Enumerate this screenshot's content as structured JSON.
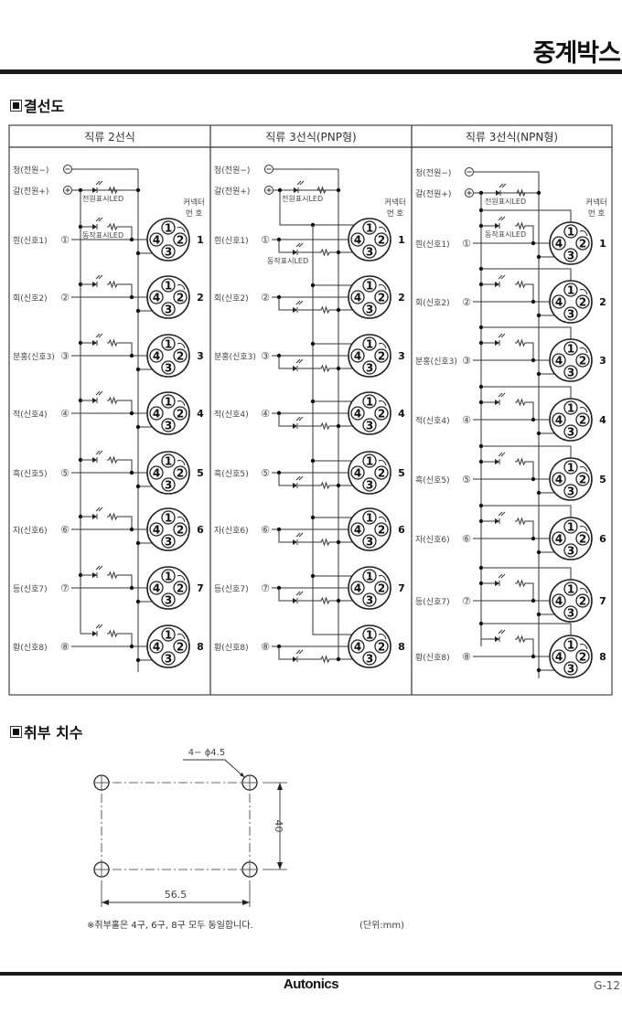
{
  "page": {
    "title": "중계박스",
    "brand": "Autonics",
    "page_number": "G-12"
  },
  "wiring": {
    "section_title": "결선도",
    "connector_label_line1": "커넥터",
    "connector_label_line2": "번  호",
    "power_led_label": "전원표시LED",
    "action_led_label": "동작표시LED",
    "power_wires": [
      {
        "label": "청(전원−)",
        "symbol": "⊖"
      },
      {
        "label": "갈(전원+)",
        "symbol": "⊕"
      }
    ],
    "connector_pins": [
      "1",
      "2",
      "3",
      "4"
    ],
    "columns": [
      {
        "header": "직류 2선식",
        "type": "2wire",
        "signals": [
          {
            "label": "흰(신호1)",
            "symbol": "①",
            "connector": "1"
          },
          {
            "label": "회(신호2)",
            "symbol": "②",
            "connector": "2"
          },
          {
            "label": "분홍(신호3)",
            "symbol": "③",
            "connector": "3"
          },
          {
            "label": "적(신호4)",
            "symbol": "④",
            "connector": "4"
          },
          {
            "label": "흑(신호5)",
            "symbol": "⑤",
            "connector": "5"
          },
          {
            "label": "자(신호6)",
            "symbol": "⑥",
            "connector": "6"
          },
          {
            "label": "등(신호7)",
            "symbol": "⑦",
            "connector": "7"
          },
          {
            "label": "황(신호8)",
            "symbol": "⑧",
            "connector": "8"
          }
        ]
      },
      {
        "header": "직류 3선식(PNP형)",
        "type": "pnp",
        "signals": [
          {
            "label": "흰(신호1)",
            "symbol": "①",
            "connector": "1"
          },
          {
            "label": "회(신호2)",
            "symbol": "②",
            "connector": "2"
          },
          {
            "label": "분홍(신호3)",
            "symbol": "③",
            "connector": "3"
          },
          {
            "label": "적(신호4)",
            "symbol": "④",
            "connector": "4"
          },
          {
            "label": "흑(신호5)",
            "symbol": "⑤",
            "connector": "5"
          },
          {
            "label": "자(신호6)",
            "symbol": "⑥",
            "connector": "6"
          },
          {
            "label": "등(신호7)",
            "symbol": "⑦",
            "connector": "7"
          },
          {
            "label": "황(신호8)",
            "symbol": "⑧",
            "connector": "8"
          }
        ]
      },
      {
        "header": "직류 3선식(NPN형)",
        "type": "npn",
        "signals": [
          {
            "label": "흰(신호1)",
            "symbol": "①",
            "connector": "1"
          },
          {
            "label": "회(신호2)",
            "symbol": "②",
            "connector": "2"
          },
          {
            "label": "분홍(신호3)",
            "symbol": "③",
            "connector": "3"
          },
          {
            "label": "적(신호4)",
            "symbol": "④",
            "connector": "4"
          },
          {
            "label": "흑(신호5)",
            "symbol": "⑤",
            "connector": "5"
          },
          {
            "label": "자(신호6)",
            "symbol": "⑥",
            "connector": "6"
          },
          {
            "label": "등(신호7)",
            "symbol": "⑦",
            "connector": "7"
          },
          {
            "label": "황(신호8)",
            "symbol": "⑧",
            "connector": "8"
          }
        ]
      }
    ]
  },
  "mounting": {
    "section_title": "취부 치수",
    "hole_callout": "4− ϕ4.5",
    "height_dim": "40",
    "width_dim": "56.5",
    "note": "※취부홀은 4구, 6구, 8구 모두 동일합니다.",
    "unit": "(단위:mm)"
  },
  "colors": {
    "line": "#333333",
    "text": "#444444",
    "rule": "#1a1a1a"
  }
}
